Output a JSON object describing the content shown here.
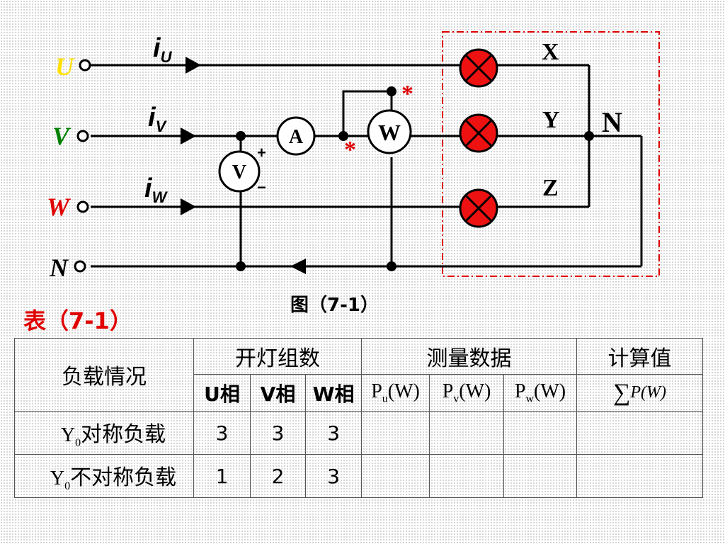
{
  "circuit": {
    "terminals": {
      "u": "U",
      "v": "V",
      "w": "W",
      "n": "N"
    },
    "currents": {
      "base": "i",
      "u": "U",
      "v": "V",
      "w": "W"
    },
    "load_ends": {
      "x": "X",
      "y": "Y",
      "z": "Z"
    },
    "neutral_label": "N",
    "meters": {
      "ammeter": "A",
      "voltmeter": "V",
      "wattmeter": "W"
    },
    "polarity": {
      "plus": "+",
      "minus": "−",
      "star": "*"
    },
    "colors": {
      "u": "#ffe000",
      "v": "#008000",
      "w": "#e00000",
      "lamp": "#ee1111",
      "star": "#e00000",
      "dash_box": "#e00000"
    }
  },
  "figure_caption": "图（7-1）",
  "table_title": "表（7-1）",
  "table": {
    "col_load": "负载情况",
    "group_lamps": "开灯组数",
    "group_measure": "测量数据",
    "group_calc": "计算值",
    "phase_cols": [
      "U相",
      "V相",
      "W相"
    ],
    "power_cols": [
      {
        "p": "P",
        "sub": "u",
        "unit": "(W)"
      },
      {
        "p": "P",
        "sub": "v",
        "unit": "(W)"
      },
      {
        "p": "P",
        "sub": "w",
        "unit": "(W)"
      }
    ],
    "sum_col": {
      "sigma": "∑",
      "expr": "P(W)"
    },
    "rows": [
      {
        "y": "Y",
        "sub": "0",
        "label": "对称负载",
        "lamps": [
          "3",
          "3",
          "3"
        ]
      },
      {
        "y": "Y",
        "sub": "0",
        "label": "不对称负载",
        "lamps": [
          "1",
          "2",
          "3"
        ]
      }
    ]
  }
}
